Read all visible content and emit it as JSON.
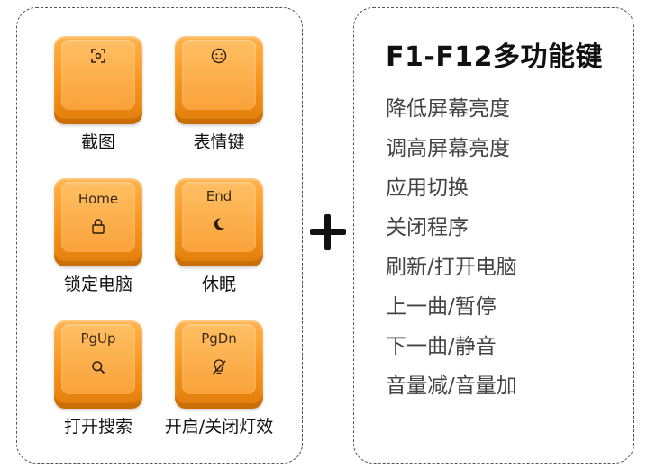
{
  "keys": [
    {
      "legend": "",
      "icon": "screenshot-icon",
      "caption": "截图"
    },
    {
      "legend": "",
      "icon": "emoji-icon",
      "caption": "表情键"
    },
    {
      "legend": "Home",
      "icon": "lock-icon",
      "caption": "锁定电脑"
    },
    {
      "legend": "End",
      "icon": "moon-icon",
      "caption": "休眠"
    },
    {
      "legend": "PgUp",
      "icon": "search-icon",
      "caption": "打开搜索"
    },
    {
      "legend": "PgDn",
      "icon": "light-off-icon",
      "caption": "开启/关闭灯效"
    }
  ],
  "plus_symbol": "plus-icon",
  "function_panel": {
    "title": "F1-F12多功能键",
    "items": [
      "降低屏幕亮度",
      "调高屏幕亮度",
      "应用切换",
      "关闭程序",
      "刷新/打开电脑",
      "上一曲/暂停",
      "下一曲/静音",
      "音量减/音量加"
    ]
  },
  "colors": {
    "keycap": "#f5941c",
    "keycap_top": "#ffbf63",
    "text": "#111111",
    "list_text": "#444444"
  }
}
